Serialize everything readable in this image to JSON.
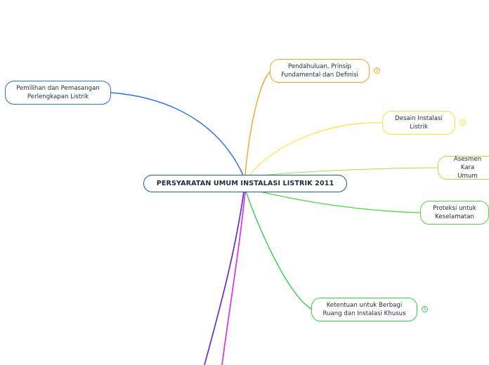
{
  "central": {
    "label": "PERSYARATAN UMUM INSTALASI LISTRIK 2011",
    "color": "#1f5a8a"
  },
  "branches": [
    {
      "key": "pendahuluan",
      "label": "Pendahuluan, Prinsip\nFundamental dan Definisi",
      "color": "#f5a623",
      "badge": "2"
    },
    {
      "key": "desain",
      "label": "Desain Instalasi\nListrik",
      "color": "#f2e63a",
      "badge": "1"
    },
    {
      "key": "asesmen",
      "label": "Asesmen Kara\nUmum",
      "color": "#a8e03a",
      "badge": ""
    },
    {
      "key": "proteksi",
      "label": "Proteksi untuk\nKeselamatan",
      "color": "#52d94a",
      "badge": ""
    },
    {
      "key": "ketentuan",
      "label": "Ketentuan untuk Berbagi\nRuang dan Instalasi Khusus",
      "color": "#35d04a",
      "badge": "5"
    },
    {
      "key": "pemilihan",
      "label": "Pemilihan dan Pemasangan\nPerlengkapan Listrik",
      "color": "#2f6fe0",
      "badge": ""
    }
  ],
  "offscreen_links": [
    {
      "key": "purple",
      "color": "#5b2ed6"
    },
    {
      "key": "magenta",
      "color": "#e02ee0"
    }
  ]
}
